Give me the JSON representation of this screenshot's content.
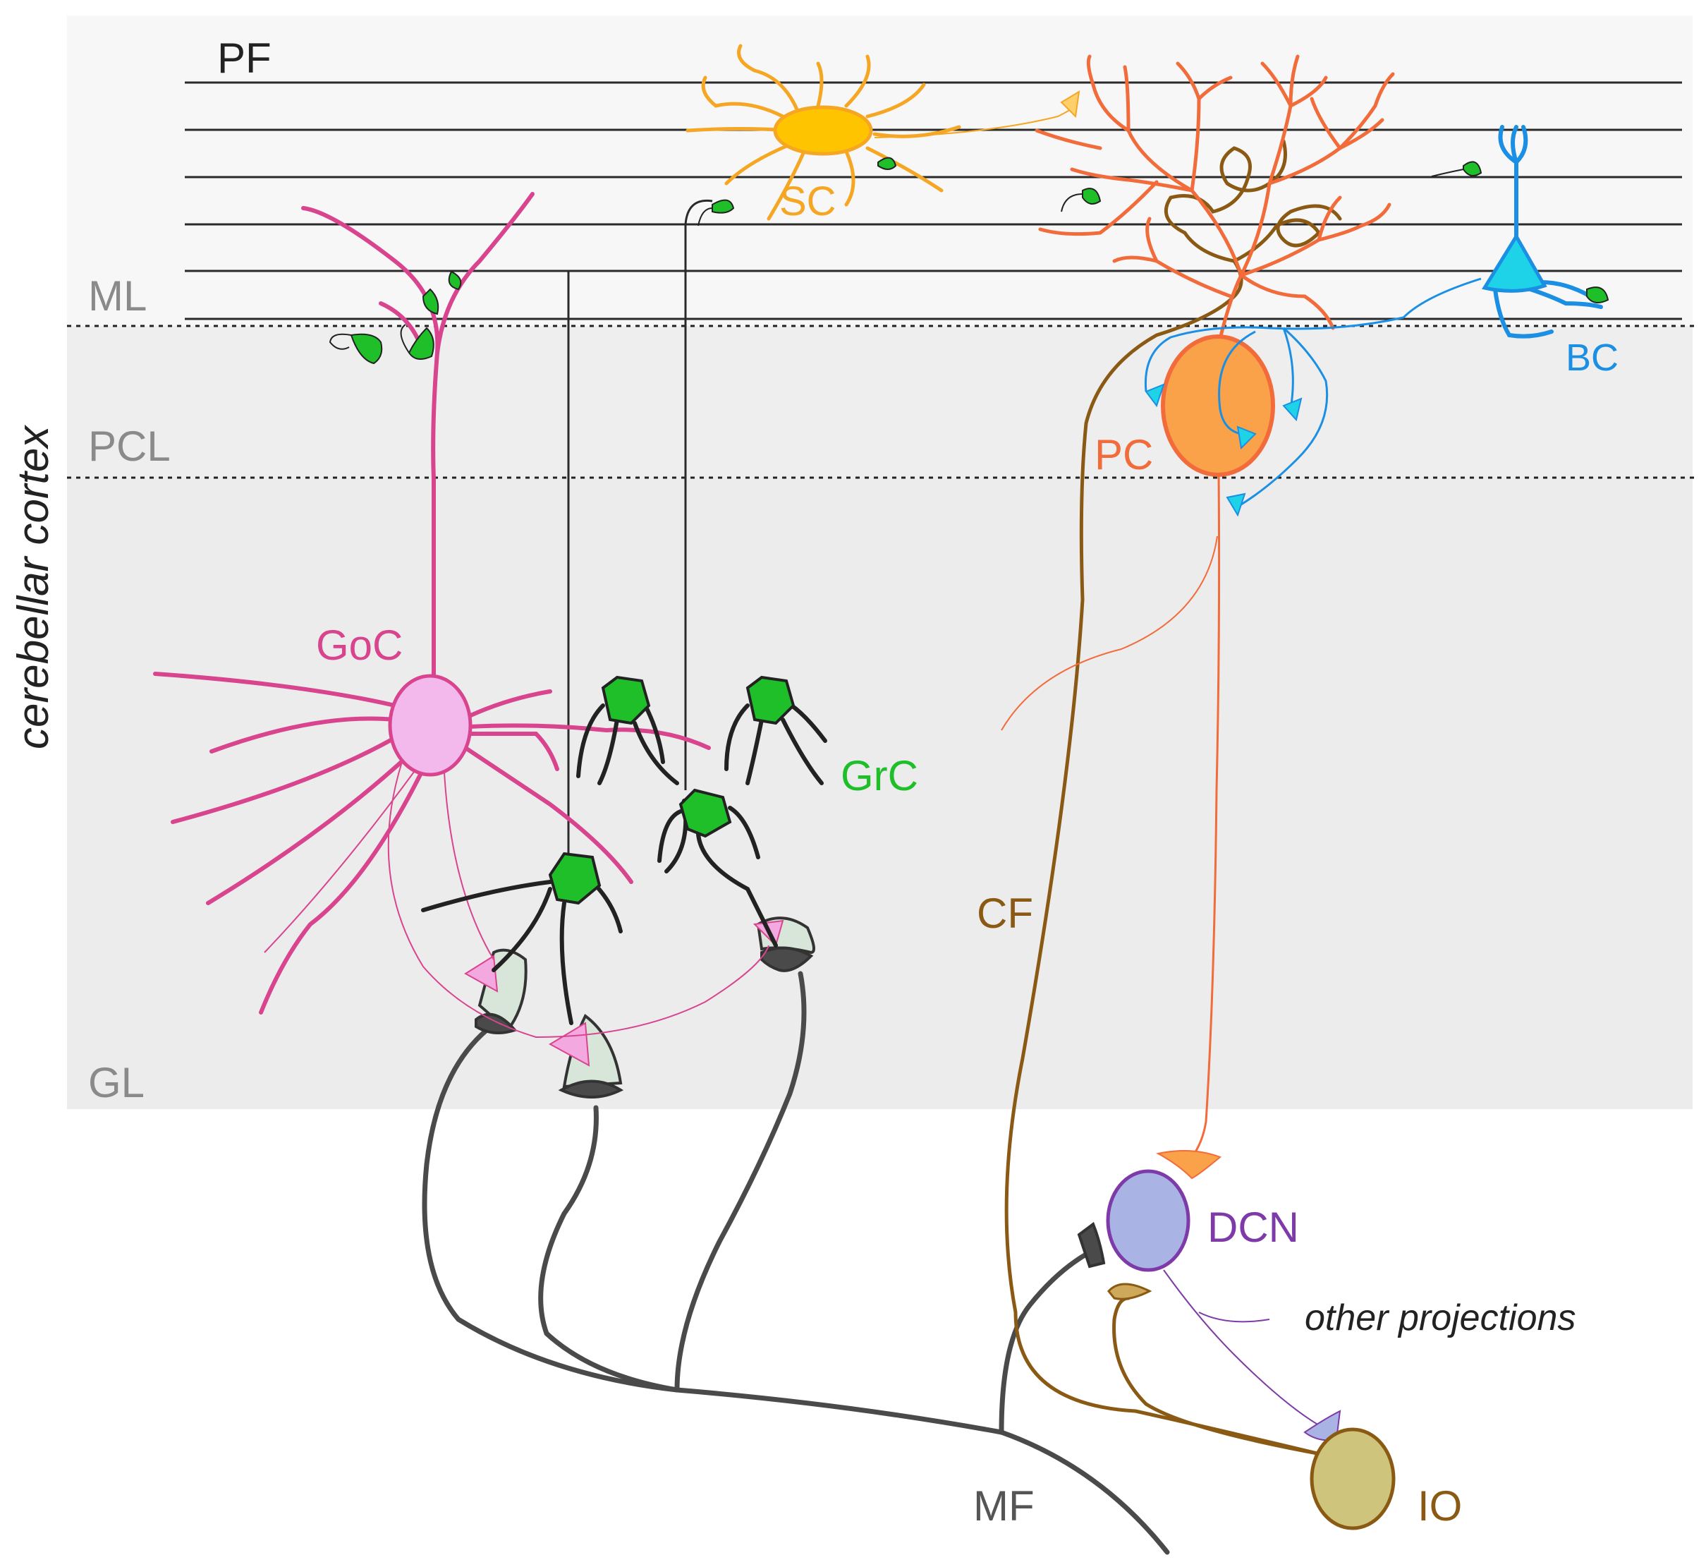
{
  "layer_labels": {
    "pf": "PF",
    "ml": "ML",
    "pcl": "PCL",
    "gl": "GL"
  },
  "side_label": "cerebellar cortex",
  "cell_labels": {
    "stellate": "SC",
    "purkinje": "PC",
    "basket": "BC",
    "golgi": "GoC",
    "granule": "GrC",
    "climbing_fiber": "CF",
    "mossy_fiber": "MF",
    "deep_nuclei": "DCN",
    "inferior_olive": "IO",
    "other_projections": "other projections"
  },
  "colors": {
    "molecular_layer_bg": "#f7f7f7",
    "purkinje_layer_bg": "#eeeeee",
    "granular_layer_bg": "#ececec",
    "layer_text": "#8a8a8a",
    "parallel_fiber": "#2a2a2a",
    "stellate": "#f5a623",
    "stellate_body": "#ffc400",
    "purkinje": "#f26b3a",
    "purkinje_body": "#f9a24a",
    "basket": "#1a8fe3",
    "basket_body": "#1ed3e8",
    "golgi": "#d9448f",
    "golgi_body": "#f3b8ec",
    "granule_body": "#1fbf2a",
    "granule_text": "#1fbf2a",
    "mossy_fiber": "#4a4a4a",
    "climbing_fiber": "#8a5a14",
    "dcn_body": "#aab4e4",
    "dcn_stroke": "#7d3aa8",
    "io_body": "#cfc47c",
    "io_stroke": "#8a5a14"
  }
}
